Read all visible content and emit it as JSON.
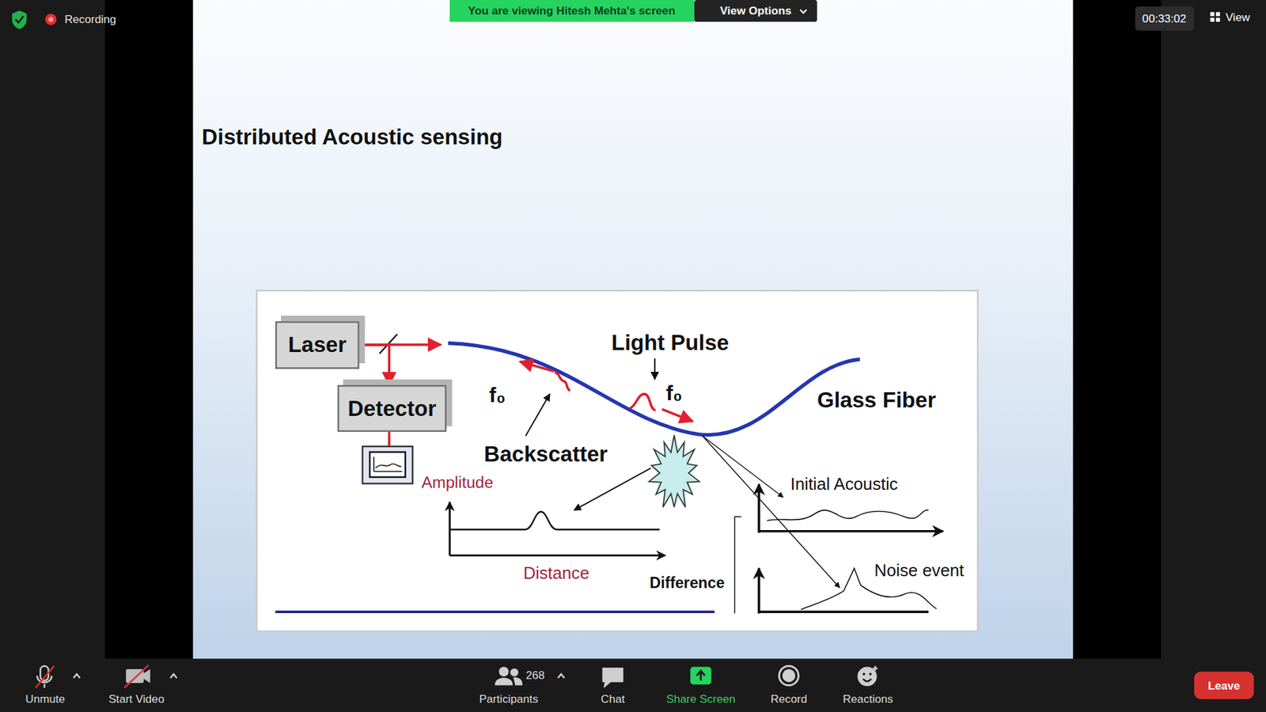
{
  "diagram": {
    "title": "Distributed Acoustic sensing",
    "nodes": [
      {
        "text": [
          "Laser"
        ]
      },
      {
        "text": [
          "Detector"
        ]
      }
    ],
    "edges": [
      {
        "from": 0,
        "to": 1,
        "arrow": "to"
      }
    ],
    "labels": [
      "Recording",
      "You are viewing Hitesh Mehta's screen",
      "View Options",
      "00:33:02",
      "View",
      "Light Pulse",
      "f₀",
      "f₀",
      "Glass Fiber",
      "Backscatter",
      "Amplitude",
      "Initial Acoustic",
      "Distance",
      "Difference",
      "Noise event",
      "Unmute",
      "Start Video",
      "268",
      "Participants",
      "Chat",
      "Share Screen",
      "Record",
      "Reactions",
      "Leave"
    ]
  }
}
